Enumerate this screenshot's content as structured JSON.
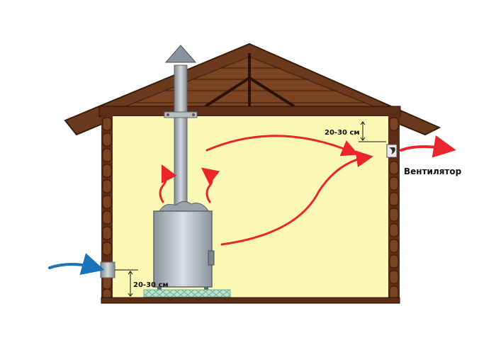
{
  "labels": {
    "ceiling_gap": "20-30 см",
    "floor_gap": "20-30 см",
    "vent": "Вентилятор"
  },
  "icons": {
    "inflow": "blue-arrow-icon",
    "outflow": "red-arrow-icon",
    "heat_rise": "red-wavy-arrow-icon",
    "chimney_cap": "chimney-cap-icon",
    "fan": "fan-icon"
  },
  "colors": {
    "wall_fill": "#fbf7b4",
    "log_wall": "#5e2d15",
    "roof": "#6b3a1e",
    "hot_air": "#e8262b",
    "cold_air": "#1a72b8",
    "stove": "#a8b0b8",
    "floor_stones": "#9fd3bb"
  }
}
